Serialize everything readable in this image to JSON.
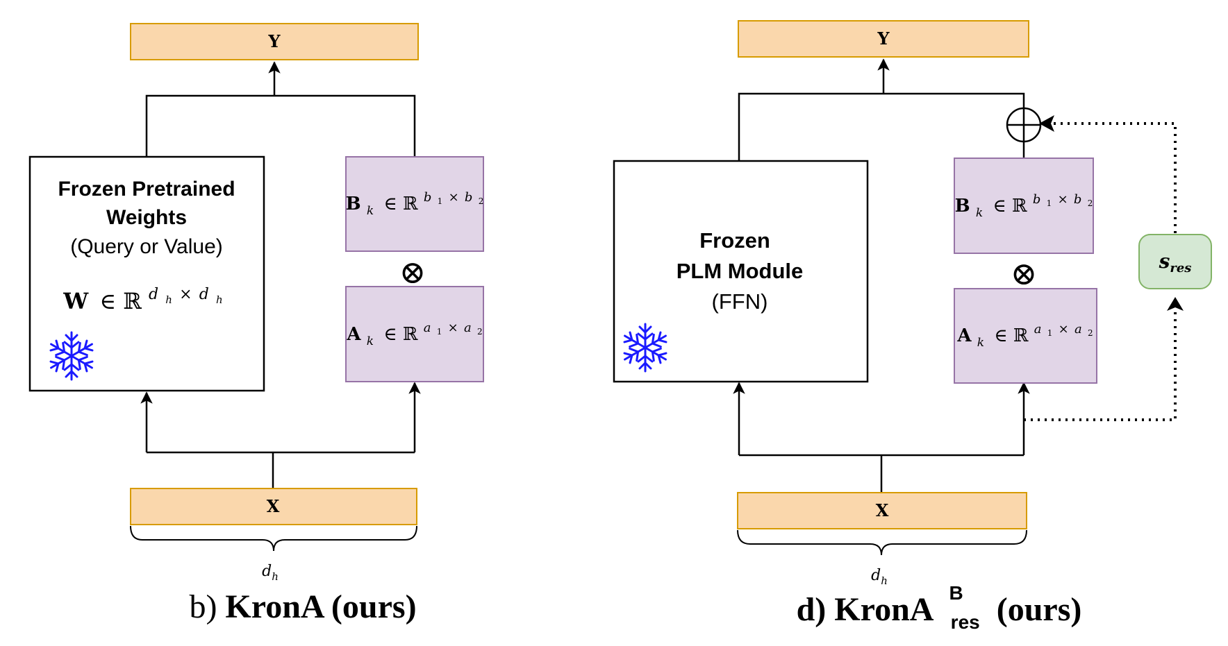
{
  "diagram_b": {
    "output_label": "Y",
    "input_label": "X",
    "dim_label": "d",
    "dim_sub": "h",
    "frozen_box": {
      "title_line1": "Frozen Pretrained",
      "title_line2": "Weights",
      "subtitle": "(Query or Value)",
      "weight_symbol": "W",
      "weight_in": "∈ ℝ",
      "weight_exp": "d",
      "weight_exp_sub": "h",
      "weight_exp_times": "×",
      "weight_exp2": "d",
      "weight_exp2_sub": "h"
    },
    "b_matrix": {
      "symbol": "B",
      "sub": "k",
      "in": "∈ ℝ",
      "e1": "b",
      "e1s": "1",
      "x": "×",
      "e2": "b",
      "e2s": "2"
    },
    "a_matrix": {
      "symbol": "A",
      "sub": "k",
      "in": "∈ ℝ",
      "e1": "a",
      "e1s": "1",
      "x": "×",
      "e2": "a",
      "e2s": "2"
    },
    "kron_symbol": "⊗",
    "caption_prefix": "b)",
    "caption_name": "KronA (ours)"
  },
  "diagram_d": {
    "output_label": "Y",
    "input_label": "X",
    "dim_label": "d",
    "dim_sub": "h",
    "frozen_box": {
      "title_line1": "Frozen",
      "title_line2": "PLM Module",
      "subtitle": "(FFN)"
    },
    "b_matrix": {
      "symbol": "B",
      "sub": "k",
      "in": "∈ ℝ",
      "e1": "b",
      "e1s": "1",
      "x": "×",
      "e2": "b",
      "e2s": "2"
    },
    "a_matrix": {
      "symbol": "A",
      "sub": "k",
      "in": "∈ ℝ",
      "e1": "a",
      "e1s": "1",
      "x": "×",
      "e2": "a",
      "e2s": "2"
    },
    "kron_symbol": "⊗",
    "scale_symbol": "s",
    "scale_sub": "res",
    "caption_prefix": "d)",
    "caption_name": "KronA",
    "caption_sup": "B",
    "caption_sub": "res",
    "caption_suffix": "(ours)"
  },
  "colors": {
    "io_fill": "#fad7ac",
    "io_stroke": "#d79b00",
    "matrix_fill": "#e1d5e7",
    "matrix_stroke": "#9673a6",
    "scale_fill": "#d5e8d4",
    "scale_stroke": "#82b366",
    "snowflake": "#1a1aff"
  }
}
